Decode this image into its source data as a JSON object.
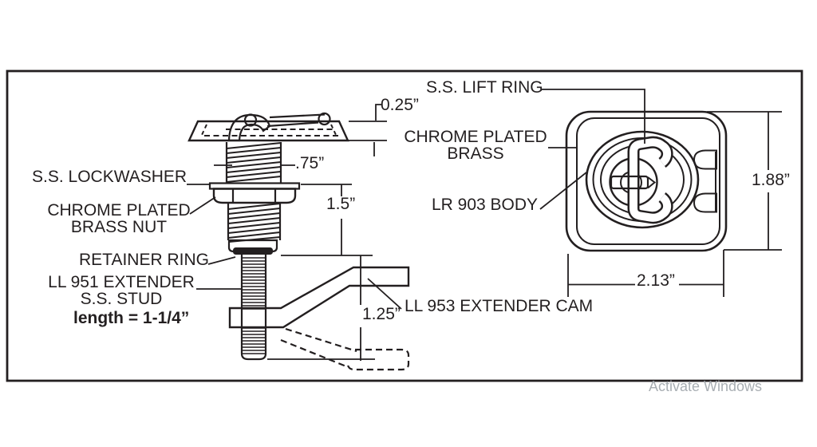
{
  "side_view": {
    "labels": {
      "lockwasher": "S.S. LOCKWASHER",
      "nut_line1": "CHROME PLATED",
      "nut_line2": "BRASS NUT",
      "retainer_ring": "RETAINER RING",
      "stud_line1": "LL 951 EXTENDER",
      "stud_line2": "S.S. STUD",
      "stud_length": "length = 1-1/4”",
      "cam": "LL 953 EXTENDER CAM"
    },
    "dims": {
      "head_height": "0.25”",
      "thread_diameter": ".75”",
      "thread_length": "1.5”",
      "cam_offset": "1.25”"
    }
  },
  "front_view": {
    "labels": {
      "lift_ring": "S.S. LIFT RING",
      "material_line1": "CHROME PLATED",
      "material_line2": "BRASS",
      "body": "LR 903 BODY"
    },
    "dims": {
      "height": "1.88”",
      "width": "2.13”"
    }
  },
  "watermark": "Activate Windows",
  "colors": {
    "line": "#231f20",
    "watermark": "#9aa0a6"
  }
}
